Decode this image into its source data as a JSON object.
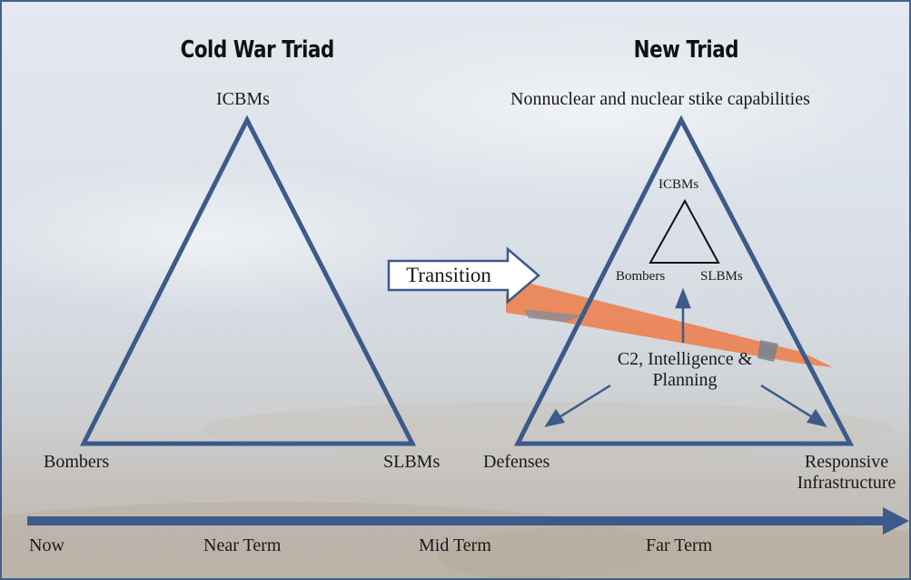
{
  "cold_war": {
    "title": "Cold War Triad",
    "top": "ICBMs",
    "bottom_left": "Bombers",
    "bottom_right": "SLBMs"
  },
  "new_triad": {
    "title": "New Triad",
    "top": "Nonnuclear and nuclear stike capabilities",
    "bottom_left": "Defenses",
    "bottom_right_line1": "Responsive",
    "bottom_right_line2": "Infrastructure",
    "inner": {
      "top": "ICBMs",
      "left": "Bombers",
      "right": "SLBMs"
    },
    "center_line1": "C2, Intelligence &",
    "center_line2": "Planning"
  },
  "transition_label": "Transition",
  "timeline": [
    "Now",
    "Near Term",
    "Mid Term",
    "Far Term"
  ],
  "colors": {
    "triangle_stroke": "#3c5a8a",
    "arrow": "#3c5a8a",
    "missile": "#ef7a45",
    "border": "#41608f"
  }
}
